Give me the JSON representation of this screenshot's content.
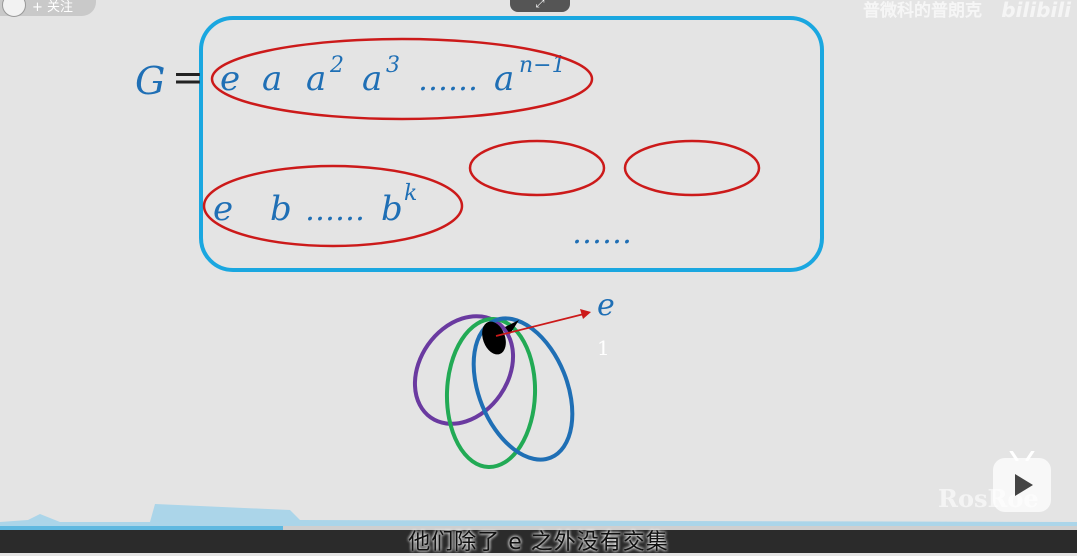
{
  "header": {
    "follow_label": "+ 关注",
    "center_control_label": "⤢",
    "watermark_author": "普微科的普朗克",
    "watermark_site": "bilibili"
  },
  "slide": {
    "group_symbol": "G",
    "equals": "=",
    "row1": {
      "terms": [
        "e",
        "a",
        "a",
        "a",
        "……",
        "a"
      ],
      "superscripts": [
        "2",
        "3",
        "n−1"
      ]
    },
    "row2": {
      "terms": [
        "e",
        "b",
        "……",
        "b"
      ],
      "superscript": "k"
    },
    "ellipsis": "……",
    "diagram_label_e": "e",
    "diagram_label_1": "1"
  },
  "colors": {
    "box_border": "#1aa7e0",
    "ellipse": "#cc1a1a",
    "math_text": "#1f6fb5",
    "ring_purple": "#6a3aa0",
    "ring_green": "#22aa55",
    "ring_blue": "#1f6fb5",
    "arrow": "#cc1a1a",
    "progress": "#5fb8e0"
  },
  "player": {
    "subtitle": "他们除了 e 之外没有交集",
    "watermark_bottom": "RosRoe",
    "progress": 0.263
  }
}
